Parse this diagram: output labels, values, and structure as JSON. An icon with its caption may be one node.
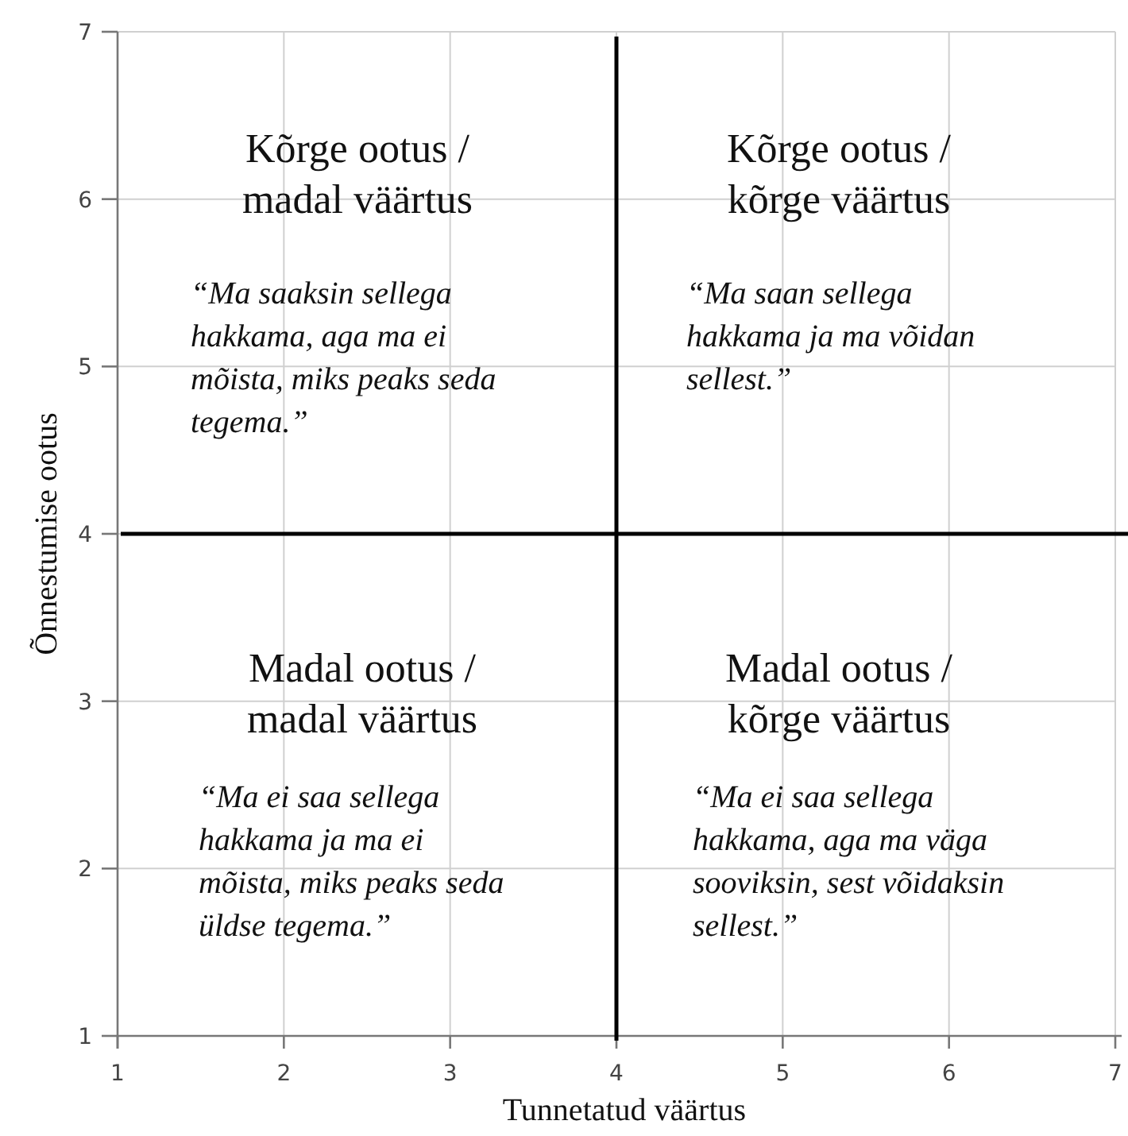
{
  "diagram": {
    "labels": [
      "Kõrge ootus / madal väärtus",
      "Kõrge ootus / kõrge väärtus",
      "“Ma saaksin sellega hakkama, aga ma ei mõista, miks peaks seda tegema.”",
      "“Ma saan sellega hakkama ja ma võidan sellest.”",
      "Madal ootus / madal väärtus",
      "Madal ootus / kõrge väärtus",
      "“Ma ei saa sellega hakkama ja ma ei mõista, miks peaks seda üldse tegema.”",
      "“Ma ei saa sellega hakkama, aga ma väga sooviksin, sest võidaksin sellest.”"
    ],
    "chart_data": {
      "type": "scatter",
      "xlabel": "Tunnetatud väärtus",
      "ylabel": "Õnnestumise ootus",
      "grid": true,
      "xlim": [
        1,
        7
      ],
      "ylim": [
        1,
        7
      ],
      "xticks": [
        1,
        2,
        3,
        4,
        5,
        6,
        7
      ],
      "yticks": [
        1,
        2,
        3,
        4,
        5,
        6,
        7
      ]
    }
  }
}
